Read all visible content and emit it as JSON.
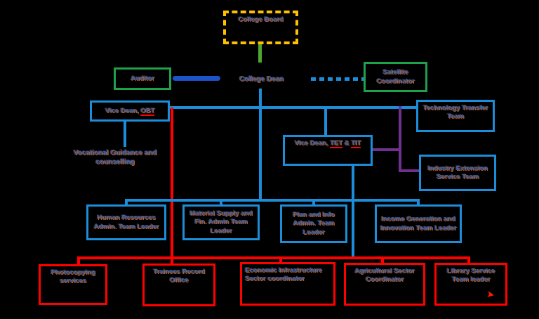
{
  "diagram_title": "College organizational chart",
  "colors": {
    "background": "#000000",
    "label_text": "#1d5fc0",
    "label_shadow": "#c55a11",
    "board_border": "#ffc000",
    "green_border": "#1fa04a",
    "blue_border": "#1c8dd9",
    "red_border": "#ff0000",
    "connector_blue": "#1c8dd9",
    "connector_dark_blue": "#1d54c8",
    "connector_green": "#4ea72e",
    "connector_purple": "#703090",
    "connector_red": "#ff0000"
  },
  "nodes": {
    "college_board": "College Board",
    "auditor": "Auditor",
    "college_dean": "College Dean",
    "satellite_coordinator": "Satellite Coordinator",
    "vice_dean_obt": {
      "prefix": "Vice Dean, ",
      "acronym": "OBT"
    },
    "vocational_guidance": "Vocational Guidance and counselling",
    "vice_dean_tet": {
      "prefix": "Vice Dean, ",
      "acronym1": "TET",
      "separator": " & ",
      "acronym2": "TIT"
    },
    "technology_transfer": "Technology Transfer Team",
    "industry_extension": "Industry Extension Service Team",
    "human_resources": "Human Resources Admin. Team Leader",
    "material_supply": "Material Supply and Fin. Admin Team Leader",
    "plan_info": "Plan and Info Admin. Team Leader",
    "income_generation": "Income Generation and Innovation Team Leader",
    "photocopying": "Photocopying services",
    "trainees_record": "Trainees Record Office",
    "economic_infrastructure": "Economic Infrastructure Sector coordinator",
    "agricultural_sector": "Agricultural Sector Coordinator",
    "library_service": "Library Service Team leader"
  },
  "icons": {
    "red_arrow": "➤"
  }
}
